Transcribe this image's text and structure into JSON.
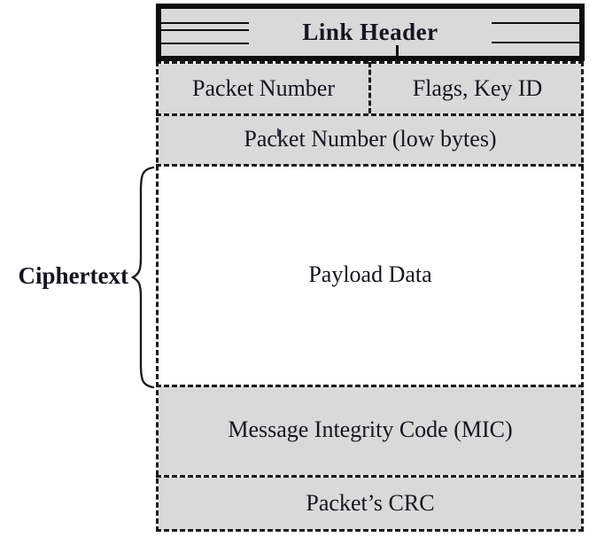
{
  "diagram": {
    "kind": "packet-structure-diagram",
    "colors": {
      "field_fill": "#d9d9d9",
      "payload_fill": "#ffffff",
      "border": "#0d0d0d",
      "dashed_border": "#1a1a1a",
      "text": "#15151f"
    },
    "link_header": {
      "label": "Link Header"
    },
    "fields": [
      {
        "label": "Packet Number"
      },
      {
        "label": "Flags, Key ID"
      },
      {
        "label": "Packet Number (low bytes)"
      },
      {
        "label": "Payload Data"
      },
      {
        "label": "Message Integrity Code (MIC)"
      },
      {
        "label": "Packet’s CRC"
      }
    ],
    "annotation": {
      "label": "Ciphertext",
      "spans": "Payload Data"
    }
  }
}
